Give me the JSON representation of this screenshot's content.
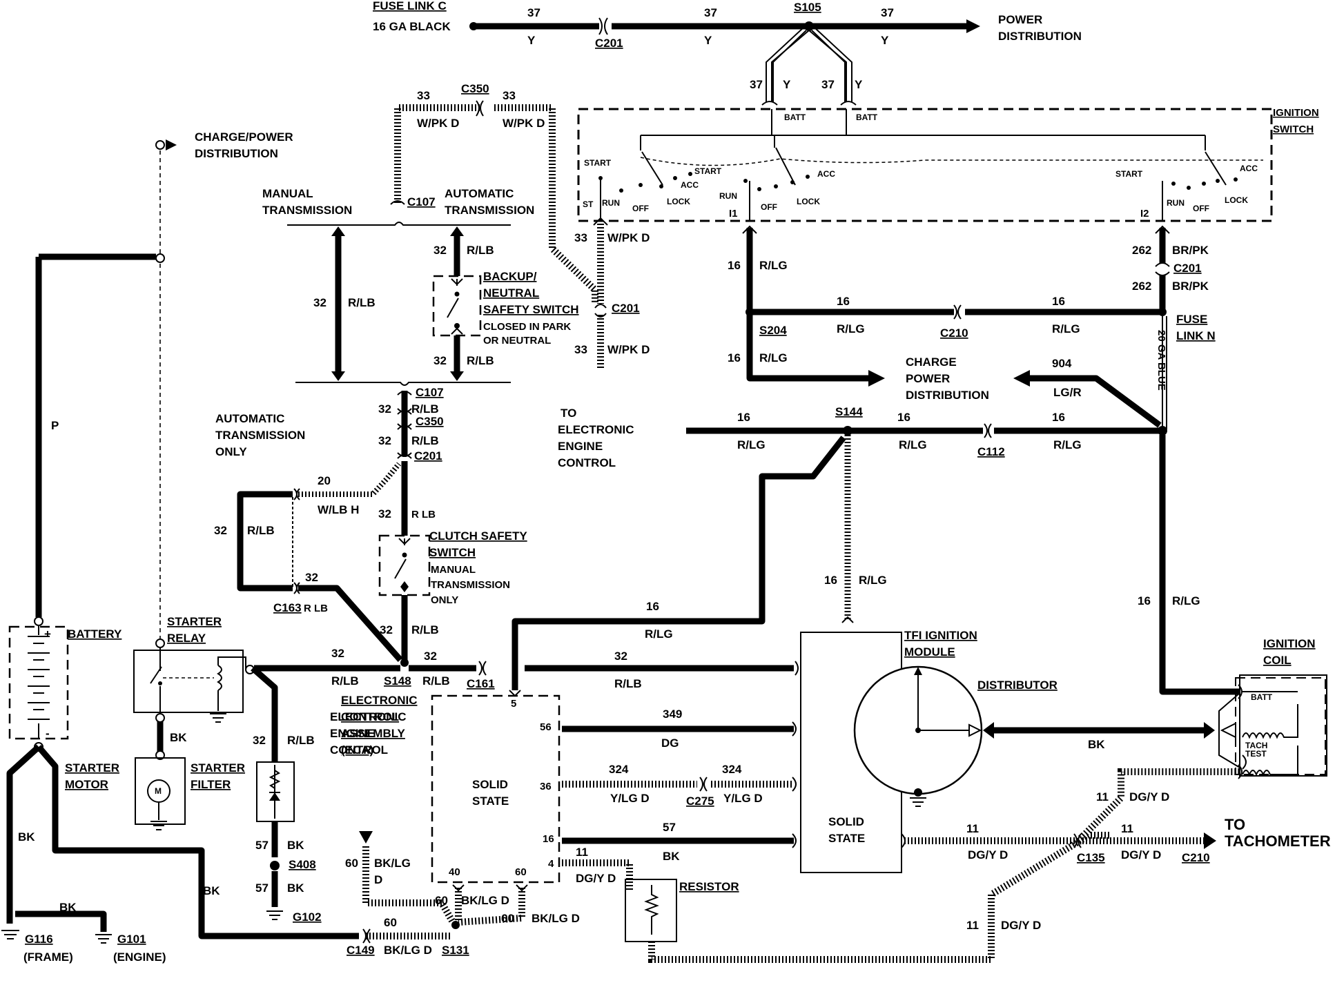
{
  "top": {
    "fuse_link_c": "FUSE LINK C",
    "gauge_black": "16 GA BLACK",
    "c201": "C201",
    "s105": "S105",
    "power_distribution_1": "POWER",
    "power_distribution_2": "DISTRIBUTION",
    "w37": "37",
    "y": "Y"
  },
  "ignition": {
    "title_1": "IGNITION",
    "title_2": "SWITCH",
    "batt": "BATT",
    "start": "START",
    "acc": "ACC",
    "lock": "LOCK",
    "run": "RUN",
    "off": "OFF",
    "st": "ST",
    "i1": "I1",
    "i2": "I2"
  },
  "trans": {
    "manual_1": "MANUAL",
    "manual_2": "TRANSMISSION",
    "auto_1": "AUTOMATIC",
    "auto_2": "TRANSMISSION",
    "c107": "C107",
    "c350": "C350",
    "w33": "33",
    "wpkd": "W/PK D",
    "auto_only_1": "AUTOMATIC",
    "auto_only_2": "TRANSMISSION",
    "auto_only_3": "ONLY"
  },
  "switches": {
    "backup_1": "BACKUP/",
    "backup_2": "NEUTRAL",
    "backup_3": "SAFETY SWITCH",
    "backup_4": "CLOSED IN PARK",
    "backup_5": "OR NEUTRAL",
    "clutch_1": "CLUTCH SAFETY",
    "clutch_2": "SWITCH",
    "clutch_3": "MANUAL",
    "clutch_4": "TRANSMISSION",
    "clutch_5": "ONLY"
  },
  "wires": {
    "w32": "32",
    "rlb": "R/LB",
    "r_lb": "R LB",
    "w20": "20",
    "wlbh": "W/LB H",
    "w16": "16",
    "rlg": "R/LG",
    "w262": "262",
    "brpk": "BR/PK",
    "w904": "904",
    "lgr": "LG/R",
    "ga_blue": "20 GA BLUE",
    "w349": "349",
    "dg": "DG",
    "w324": "324",
    "ylgd": "Y/LG D",
    "ylg_d": "Y/LG  D",
    "w57": "57",
    "bk": "BK",
    "w11": "11",
    "dgyd": "DG/Y D",
    "w60": "60",
    "bklgd": "BK/LG D",
    "bklg": "BK/LG",
    "d": "D",
    "p": "P"
  },
  "connectors": {
    "c201": "C201",
    "c210": "C210",
    "s204": "S204",
    "s144": "S144",
    "c112": "C112",
    "c163": "C163",
    "s148": "S148",
    "c161": "C161",
    "c275": "C275",
    "c135": "C135",
    "c149": "C149",
    "s131": "S131",
    "s408": "S408",
    "g102": "G102",
    "g116": "G116",
    "g101": "G101",
    "frame": "(FRAME)",
    "engine": "(ENGINE)"
  },
  "components": {
    "charge_power_1": "CHARGE/POWER",
    "charge_power_2": "DISTRIBUTION",
    "charge_1": "CHARGE",
    "charge_2": "POWER",
    "charge_3": "DISTRIBUTION",
    "fuse_n_1": "FUSE",
    "fuse_n_2": "LINK N",
    "to_eec_1": "TO",
    "to_eec_2": "ELECTRONIC",
    "to_eec_3": "ENGINE",
    "to_eec_4": "CONTROL",
    "battery": "BATTERY",
    "starter_relay_1": "STARTER",
    "starter_relay_2": "RELAY",
    "starter_motor_1": "STARTER",
    "starter_motor_2": "MOTOR",
    "starter_filter_1": "STARTER",
    "starter_filter_2": "FILTER",
    "eca_1": "ELECTRONIC",
    "eca_2": "CONTROL",
    "eca_3": "ASSEMBLY",
    "eca_4": "(ECA)",
    "eec_1": "ELECTRONIC",
    "eec_2": "ENGINE",
    "eec_3": "CONTROL",
    "solid_1": "SOLID",
    "solid_2": "STATE",
    "tfi_1": "TFI IGNITION",
    "tfi_2": "MODULE",
    "distributor": "DISTRIBUTOR",
    "coil_1": "IGNITION",
    "coil_2": "COIL",
    "coil_batt": "BATT",
    "coil_tach_1": "TACH",
    "coil_tach_2": "TEST",
    "resistor": "RESISTOR",
    "to_tach_1": "TO",
    "to_tach_2": "TACHOMETER",
    "motor_m": "M",
    "plus": "+",
    "minus": "-"
  },
  "pins": {
    "p5": "5",
    "p56": "56",
    "p36": "36",
    "p16": "16",
    "p4": "4",
    "p40": "40",
    "p60": "60"
  }
}
